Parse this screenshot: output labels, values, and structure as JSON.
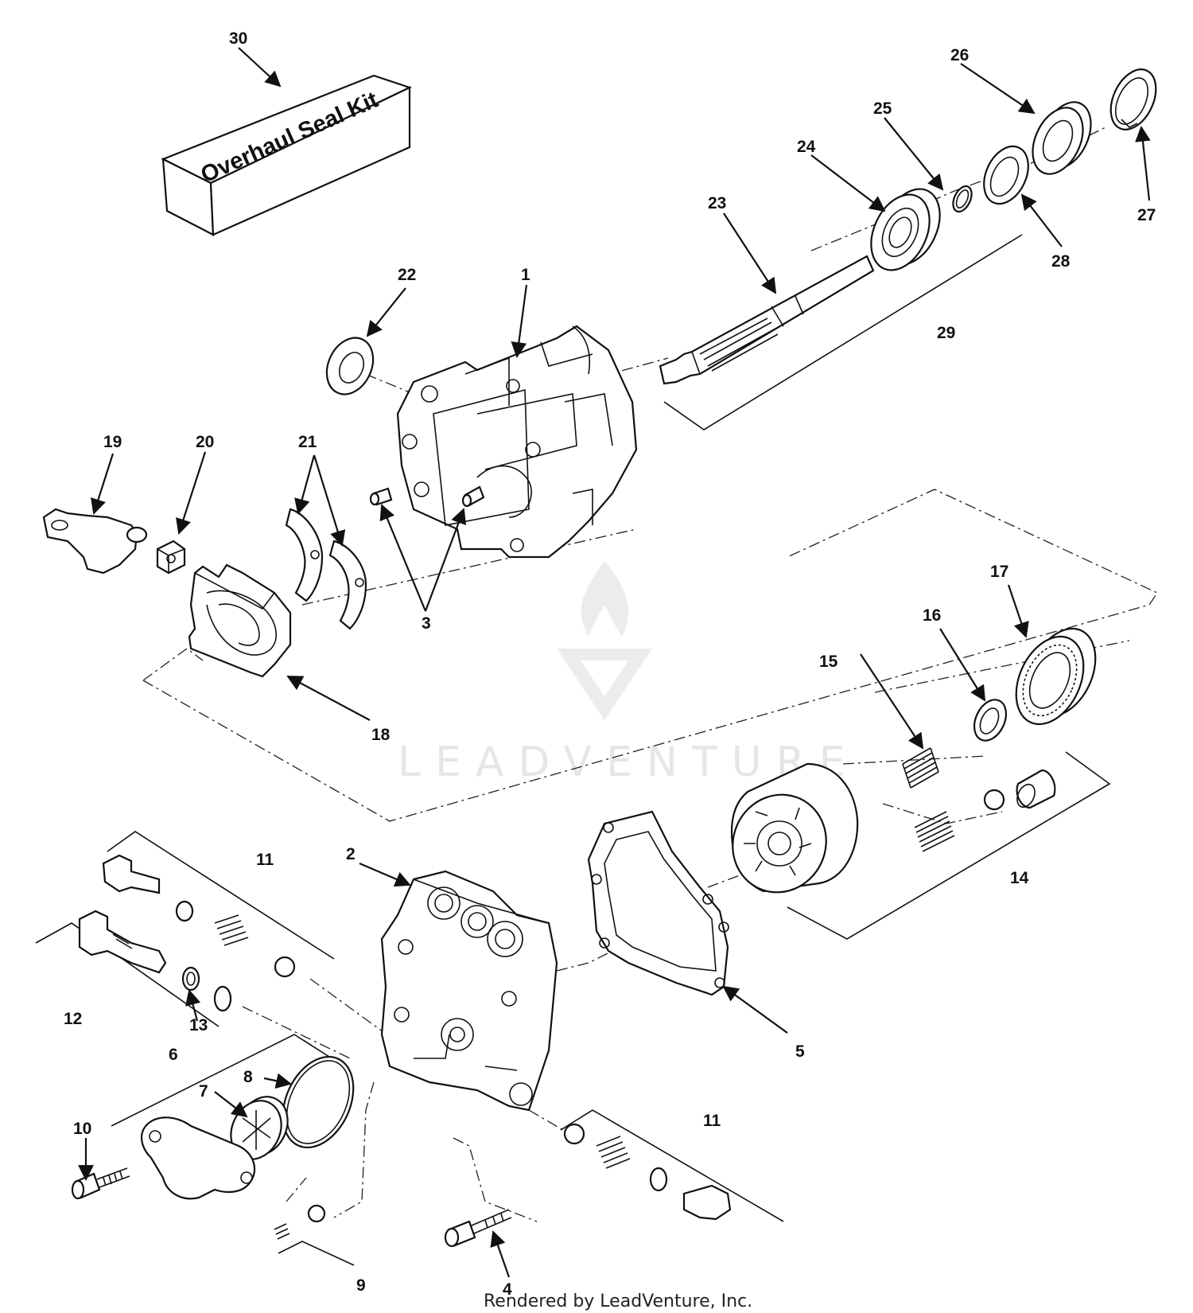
{
  "kit_label": "Overhaul Seal Kit",
  "credit": "Rendered by LeadVenture, Inc.",
  "watermark": "LEADVENTURE",
  "callouts": [
    "1",
    "2",
    "3",
    "4",
    "5",
    "6",
    "7",
    "8",
    "9",
    "10",
    "11",
    "11",
    "12",
    "13",
    "14",
    "15",
    "16",
    "17",
    "18",
    "19",
    "20",
    "21",
    "22",
    "23",
    "24",
    "25",
    "26",
    "27",
    "28",
    "29",
    "30"
  ],
  "colors": {
    "line": "#111111",
    "watermark": "#e6e6e6"
  },
  "icons": {
    "watermark_logo": "flame-v-logo-icon"
  }
}
